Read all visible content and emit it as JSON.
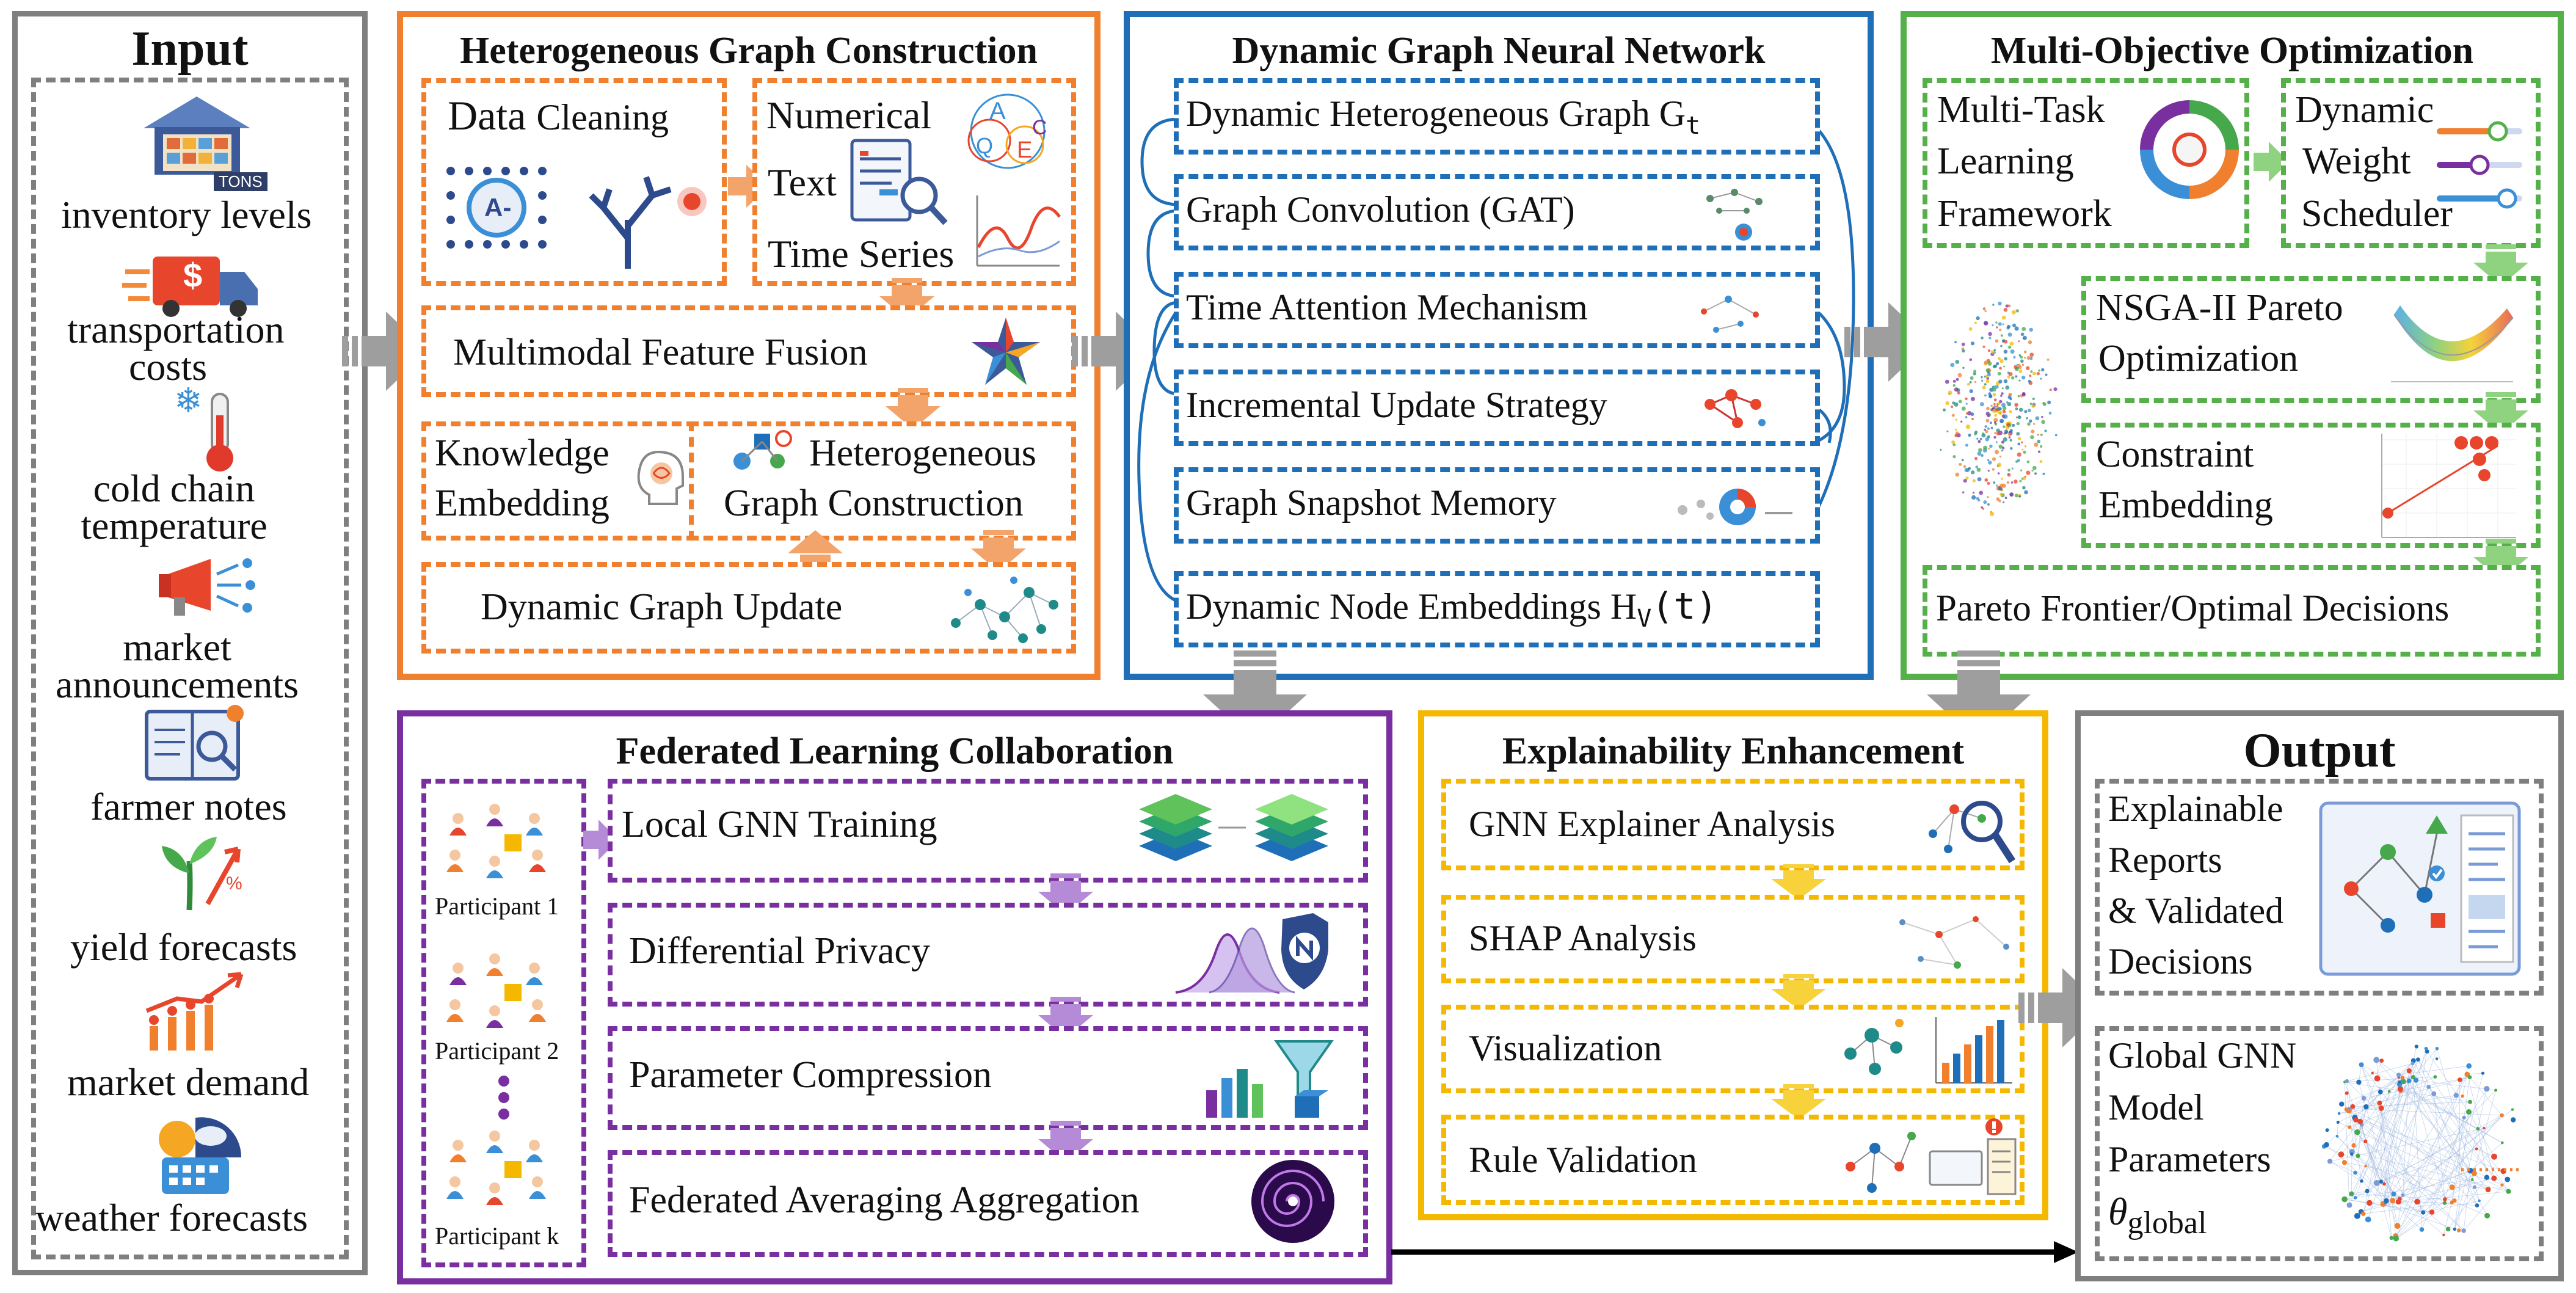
{
  "colors": {
    "input": "#7f7f7f",
    "hetero": "#f07f2e",
    "dgnn": "#1f6fb8",
    "moo": "#55b04a",
    "fed": "#7a2fa0",
    "explain": "#f5b800",
    "output": "#7f7f7f",
    "arrow_gray": "#9e9e9e",
    "fed_arrow": "#b58ad6",
    "explain_arrow": "#f7d23a",
    "moo_arrow": "#8fd27f",
    "hetero_arrow": "#f3a46a"
  },
  "input": {
    "title": "Input",
    "items": [
      {
        "label": "inventory levels",
        "icon": "warehouse-icon",
        "badge": "TONS"
      },
      {
        "label": "transportation costs",
        "icon": "truck-icon",
        "badge": "$"
      },
      {
        "label": "cold chain temperature",
        "icon": "thermometer-icon"
      },
      {
        "label": "market announcements",
        "icon": "megaphone-icon"
      },
      {
        "label": "farmer notes",
        "icon": "notebook-icon"
      },
      {
        "label": "yield forecasts",
        "icon": "plant-growth-icon",
        "badge": "%"
      },
      {
        "label": "market demand",
        "icon": "demand-chart-icon"
      },
      {
        "label": "weather forecasts",
        "icon": "weather-icon"
      }
    ]
  },
  "hetero": {
    "title": "Heterogeneous Graph Construction",
    "data_cleaning": "Data Cleaning",
    "data_cleaning_a": "Data",
    "data_cleaning_b": "Cleaning",
    "numerical": "Numerical",
    "text": "Text",
    "time_series": "Time Series",
    "fusion": "Multimodal Feature Fusion",
    "knowledge_1": "Knowledge",
    "knowledge_2": "Embedding",
    "hgc_1": "Heterogeneous",
    "hgc_2": "Graph Construction",
    "update": "Dynamic Graph Update",
    "glyph_a": "A-",
    "letters": [
      "A",
      "C",
      "Q",
      "E"
    ]
  },
  "dgnn": {
    "title": "Dynamic Graph Neural Network",
    "items": [
      {
        "label": "Dynamic Heterogeneous Graph G",
        "sub": "t"
      },
      {
        "label": "Graph Convolution (GAT)"
      },
      {
        "label": "Time Attention Mechanism"
      },
      {
        "label": "Incremental Update Strategy"
      },
      {
        "label": "Graph Snapshot Memory"
      },
      {
        "label": "Dynamic Node Embeddings H",
        "sub": "V",
        "tail": "(t)"
      }
    ]
  },
  "moo": {
    "title": "Multi-Objective Optimization",
    "mtl": [
      "Multi-Task",
      "Learning",
      "Framework"
    ],
    "dws": [
      "Dynamic",
      "Weight",
      "Scheduler"
    ],
    "nsga": [
      "NSGA-II Pareto",
      "Optimization"
    ],
    "constraint": [
      "Constraint",
      "Embedding"
    ],
    "pareto": "Pareto Frontier/Optimal Decisions"
  },
  "fed": {
    "title": "Federated Learning Collaboration",
    "participants": [
      "Participant 1",
      "Participant 2",
      "Participant k"
    ],
    "steps": [
      "Local GNN Training",
      "Differential Privacy",
      "Parameter Compression",
      "Federated Averaging Aggregation"
    ]
  },
  "explain": {
    "title": "Explainability Enhancement",
    "steps": [
      "GNN Explainer Analysis",
      "SHAP Analysis",
      "Visualization",
      "Rule Validation"
    ]
  },
  "output": {
    "title": "Output",
    "report": [
      "Explainable",
      "Reports",
      "& Validated",
      "Decisions"
    ],
    "global": [
      "Global GNN",
      "Model",
      "Parameters"
    ],
    "theta": "θ",
    "theta_sub": "global"
  }
}
